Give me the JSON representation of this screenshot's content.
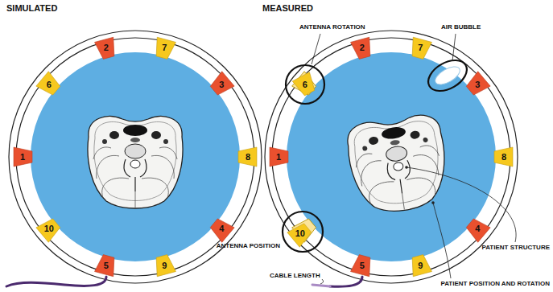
{
  "diagram": {
    "nodes": [
      {
        "text": [
          "1"
        ]
      },
      {
        "text": [
          "2"
        ]
      },
      {
        "text": [
          "3"
        ]
      },
      {
        "text": [
          "4"
        ]
      },
      {
        "text": [
          "5"
        ]
      },
      {
        "text": [
          "6"
        ]
      },
      {
        "text": [
          "7"
        ]
      },
      {
        "text": [
          "8"
        ]
      },
      {
        "text": [
          "9"
        ]
      },
      {
        "text": [
          "10"
        ]
      },
      {
        "text": [
          "1"
        ]
      },
      {
        "text": [
          "2"
        ]
      },
      {
        "text": [
          "3"
        ]
      },
      {
        "text": [
          "4"
        ]
      },
      {
        "text": [
          "5"
        ]
      },
      {
        "text": [
          "6"
        ]
      },
      {
        "text": [
          "7"
        ]
      },
      {
        "text": [
          "8"
        ]
      },
      {
        "text": [
          "9"
        ]
      },
      {
        "text": [
          "10"
        ]
      }
    ],
    "labels": [
      "SIMULATED",
      "MEASURED",
      "ANTENNA ROTATION",
      "AIR BUBBLE",
      "ANTENNA POSITION",
      "CABLE LENGTH",
      "PATIENT STRUCTURE",
      "PATIENT POSITION AND ROTATION"
    ]
  }
}
